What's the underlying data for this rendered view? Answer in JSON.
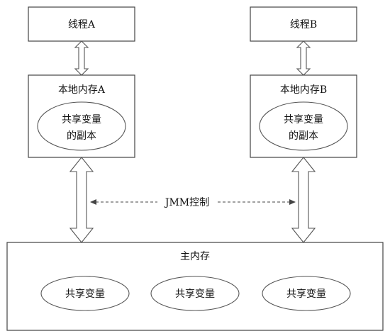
{
  "thread_a": {
    "label": "线程A"
  },
  "thread_b": {
    "label": "线程B"
  },
  "local_memory_a": {
    "label": "本地内存A",
    "copy_line1": "共享变量",
    "copy_line2": "的副本"
  },
  "local_memory_b": {
    "label": "本地内存B",
    "copy_line1": "共享变量",
    "copy_line2": "的副本"
  },
  "jmm_control": {
    "label": "JMM控制"
  },
  "main_memory": {
    "label": "主内存",
    "shared_vars": [
      "共享变量",
      "共享变量",
      "共享变量"
    ]
  }
}
